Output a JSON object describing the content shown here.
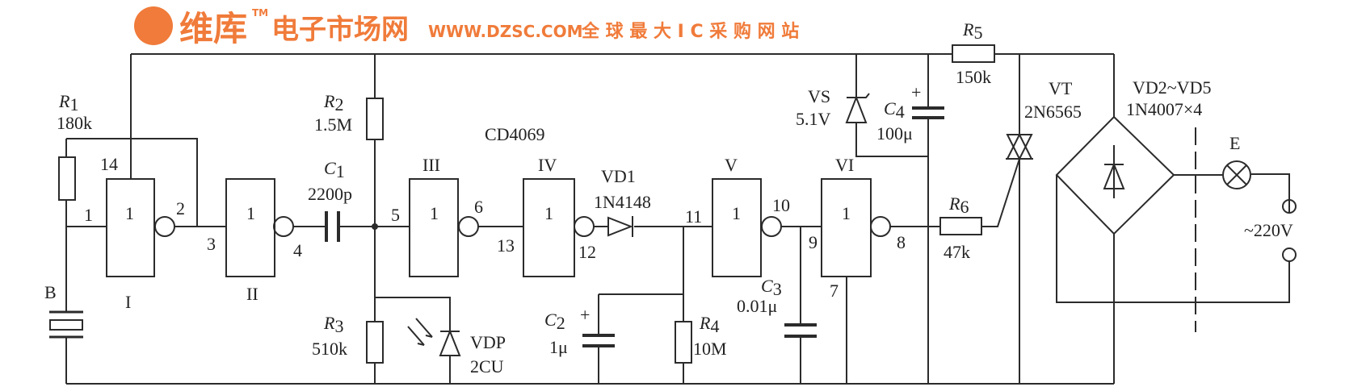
{
  "chip": "CD4069",
  "gates": [
    {
      "label": "I",
      "symbol": "1"
    },
    {
      "label": "II",
      "symbol": "1"
    },
    {
      "label": "III",
      "symbol": "1"
    },
    {
      "label": "IV",
      "symbol": "1"
    },
    {
      "label": "V",
      "symbol": "1"
    },
    {
      "label": "VI",
      "symbol": "1"
    }
  ],
  "pins": [
    "1",
    "14",
    "2",
    "3",
    "4",
    "5",
    "6",
    "13",
    "12",
    "11",
    "10",
    "9",
    "8",
    "7"
  ],
  "components": {
    "R1": {
      "name": "R",
      "sub": "1",
      "value": "180k"
    },
    "R2": {
      "name": "R",
      "sub": "2",
      "value": "1.5M"
    },
    "R3": {
      "name": "R",
      "sub": "3",
      "value": "510k"
    },
    "R4": {
      "name": "R",
      "sub": "4",
      "value": "10M"
    },
    "R5": {
      "name": "R",
      "sub": "5",
      "value": "150k"
    },
    "R6": {
      "name": "R",
      "sub": "6",
      "value": "47k"
    },
    "C1": {
      "name": "C",
      "sub": "1",
      "value": "2200p"
    },
    "C2": {
      "name": "C",
      "sub": "2",
      "value": "1μ"
    },
    "C3": {
      "name": "C",
      "sub": "3",
      "value": "0.01μ"
    },
    "C4": {
      "name": "C",
      "sub": "4",
      "value": "100μ"
    },
    "B": {
      "name": "B"
    },
    "VDP": {
      "name": "VDP",
      "value": "2CU"
    },
    "VD1": {
      "name": "VD1",
      "value": "1N4148"
    },
    "VS": {
      "name": "VS",
      "value": "5.1V"
    },
    "VT": {
      "name": "VT",
      "value": "2N6565"
    },
    "bridge": {
      "name": "VD2~VD5",
      "value": "1N4007×4"
    },
    "E": {
      "name": "E"
    },
    "mains": {
      "value": "~220V"
    },
    "plus": "+"
  },
  "watermark": {
    "brand": "维库",
    "tm": "TM",
    "site_name": "电子市场网",
    "url": "WWW.DZSC.COM",
    "slogan": "全 球 最 大 I C 采 购 网 站"
  }
}
